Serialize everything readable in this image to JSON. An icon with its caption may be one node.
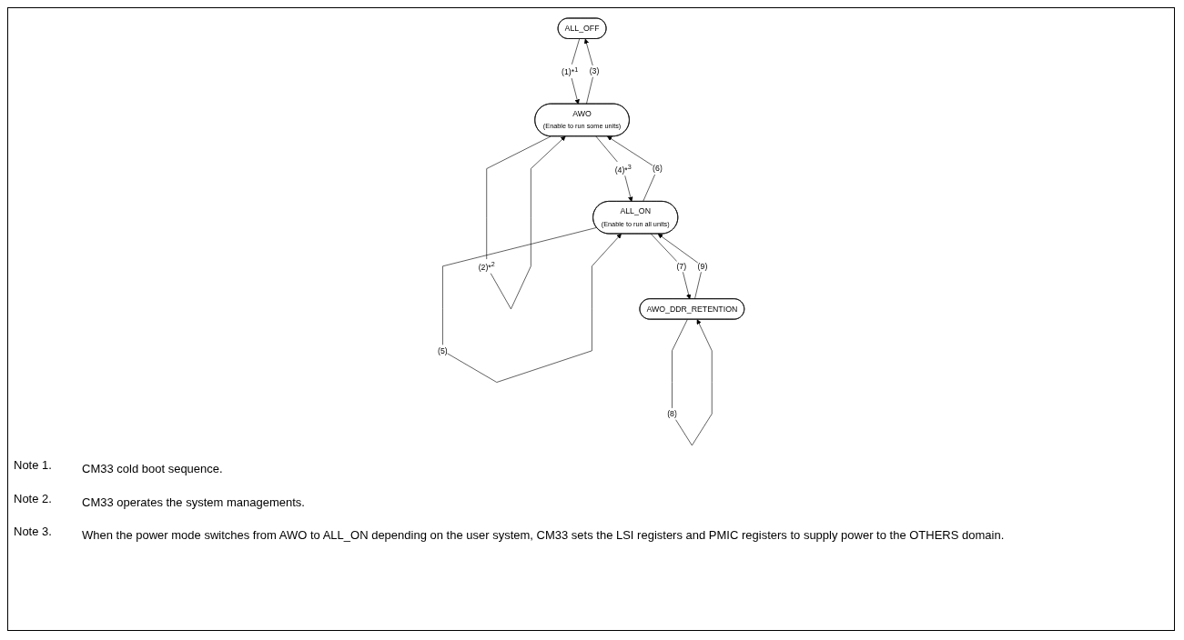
{
  "diagram": {
    "nodes": [
      {
        "text": [
          "ALL_OFF"
        ]
      },
      {
        "text": [
          "AWO_DDR_RETENTION"
        ]
      },
      {
        "text": [
          "AWO",
          "(Enable to run some units)"
        ]
      },
      {
        "text": [
          "ALL_ON",
          "(Enable to run all units)"
        ]
      }
    ],
    "edges": [
      {
        "from": 0,
        "to": 2,
        "arrow": "to",
        "label": "(1)*$^{1}$"
      },
      {
        "from": 2,
        "to": 0,
        "arrow": "to",
        "label": "(3)"
      },
      {
        "from": 2,
        "to": 2,
        "arrow": "to",
        "label": "(2)*$^{2}$"
      },
      {
        "from": 2,
        "to": 3,
        "arrow": "to",
        "label": "(4)*$^{3}$"
      },
      {
        "from": 3,
        "to": 2,
        "arrow": "to",
        "label": "(6)"
      },
      {
        "from": 3,
        "to": 3,
        "arrow": "to",
        "label": "(5)"
      },
      {
        "from": 3,
        "to": 1,
        "arrow": "to",
        "label": "(7)"
      },
      {
        "from": 1,
        "to": 3,
        "arrow": "to",
        "label": "(9)"
      },
      {
        "from": 1,
        "to": 1,
        "arrow": "to",
        "label": "(8)"
      }
    ],
    "labels": [
      "Note 1.",
      "CM33 cold boot sequence.",
      "Note 2.",
      "CM33 operates the system managements.",
      "Note 3.",
      "When the power mode switches from AWO to ALL_ON depending on the user system, CM33 sets the LSI registers and PMIC registers to supply power to the OTHERS domain."
    ]
  }
}
